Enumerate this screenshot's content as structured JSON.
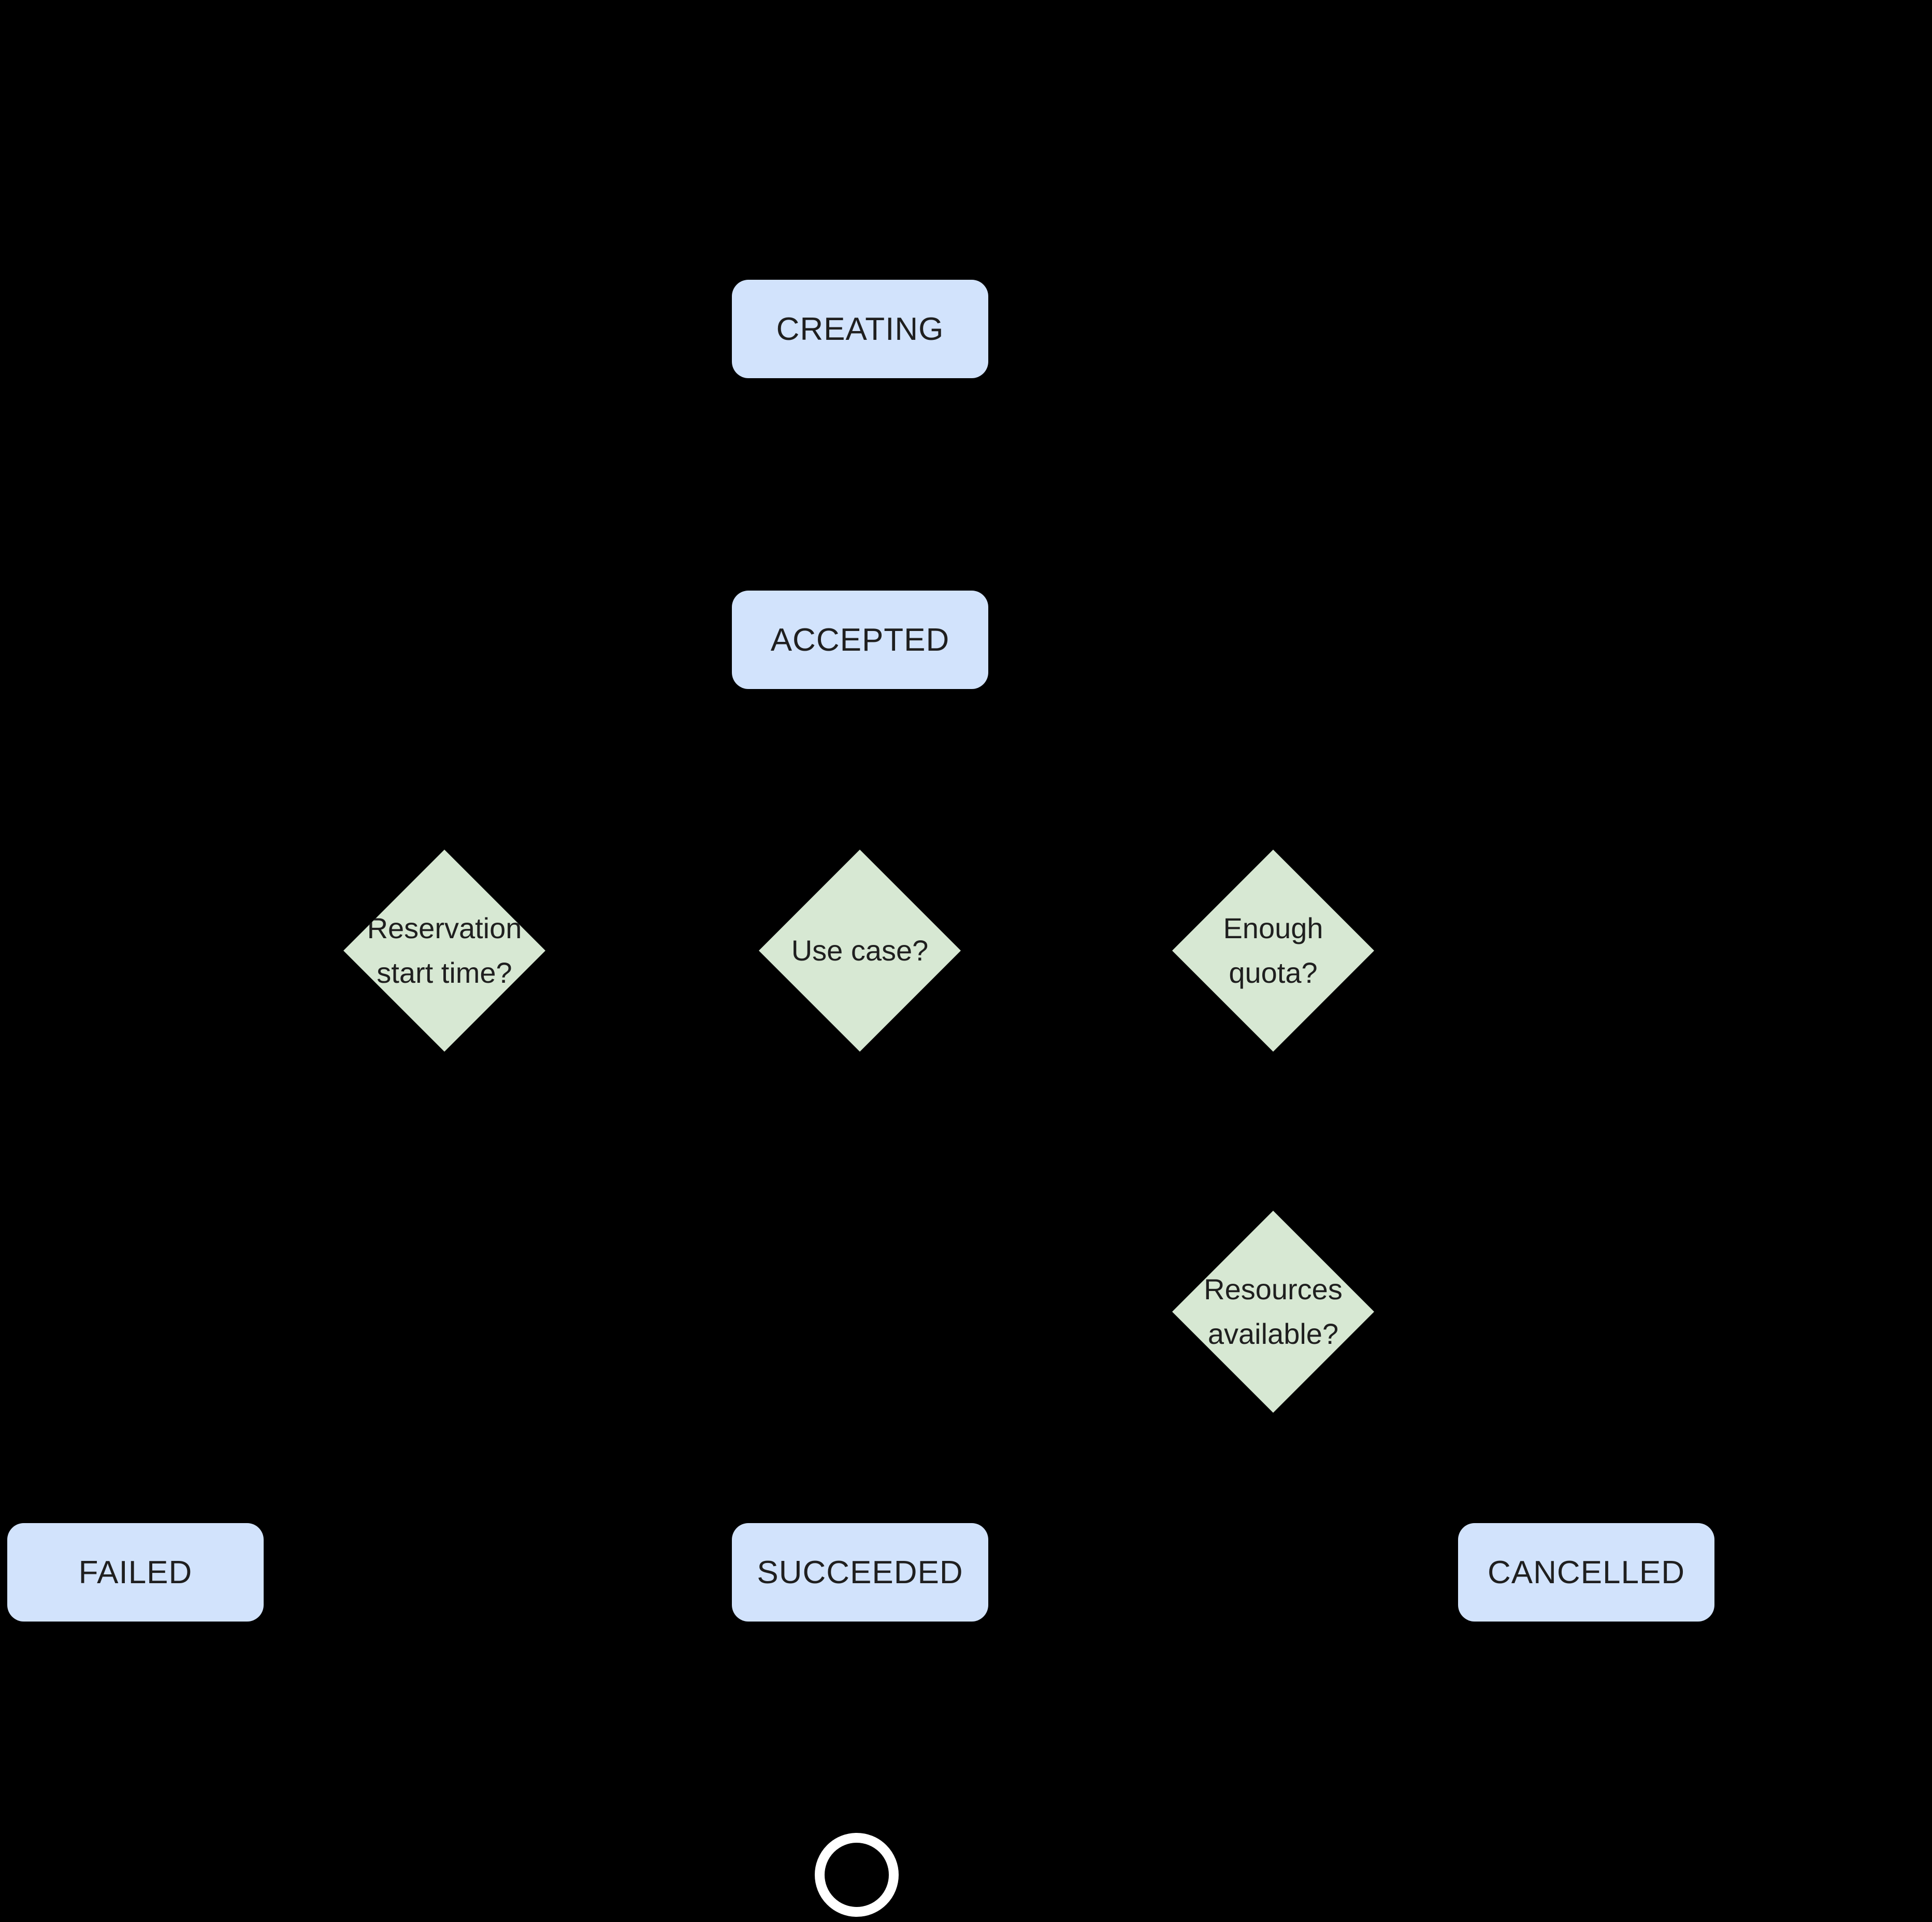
{
  "diagram": {
    "background_color": "#000000",
    "state_fill_color": "#d2e3fc",
    "decision_fill_color": "#d7e8d3",
    "text_color": "#1f1f1f",
    "terminal_ring_color": "#ffffff",
    "states": {
      "creating": {
        "label": "CREATING"
      },
      "accepted": {
        "label": "ACCEPTED"
      },
      "failed": {
        "label": "FAILED"
      },
      "succeeded": {
        "label": "SUCCEEDED"
      },
      "cancelled": {
        "label": "CANCELLED"
      }
    },
    "decisions": {
      "reservation_start_time": {
        "lines": [
          "Reservation",
          "start time?"
        ]
      },
      "use_case": {
        "lines": [
          "Use case?"
        ]
      },
      "enough_quota": {
        "lines": [
          "Enough",
          "quota?"
        ]
      },
      "resources_available": {
        "lines": [
          "Resources",
          "available?"
        ]
      }
    }
  }
}
